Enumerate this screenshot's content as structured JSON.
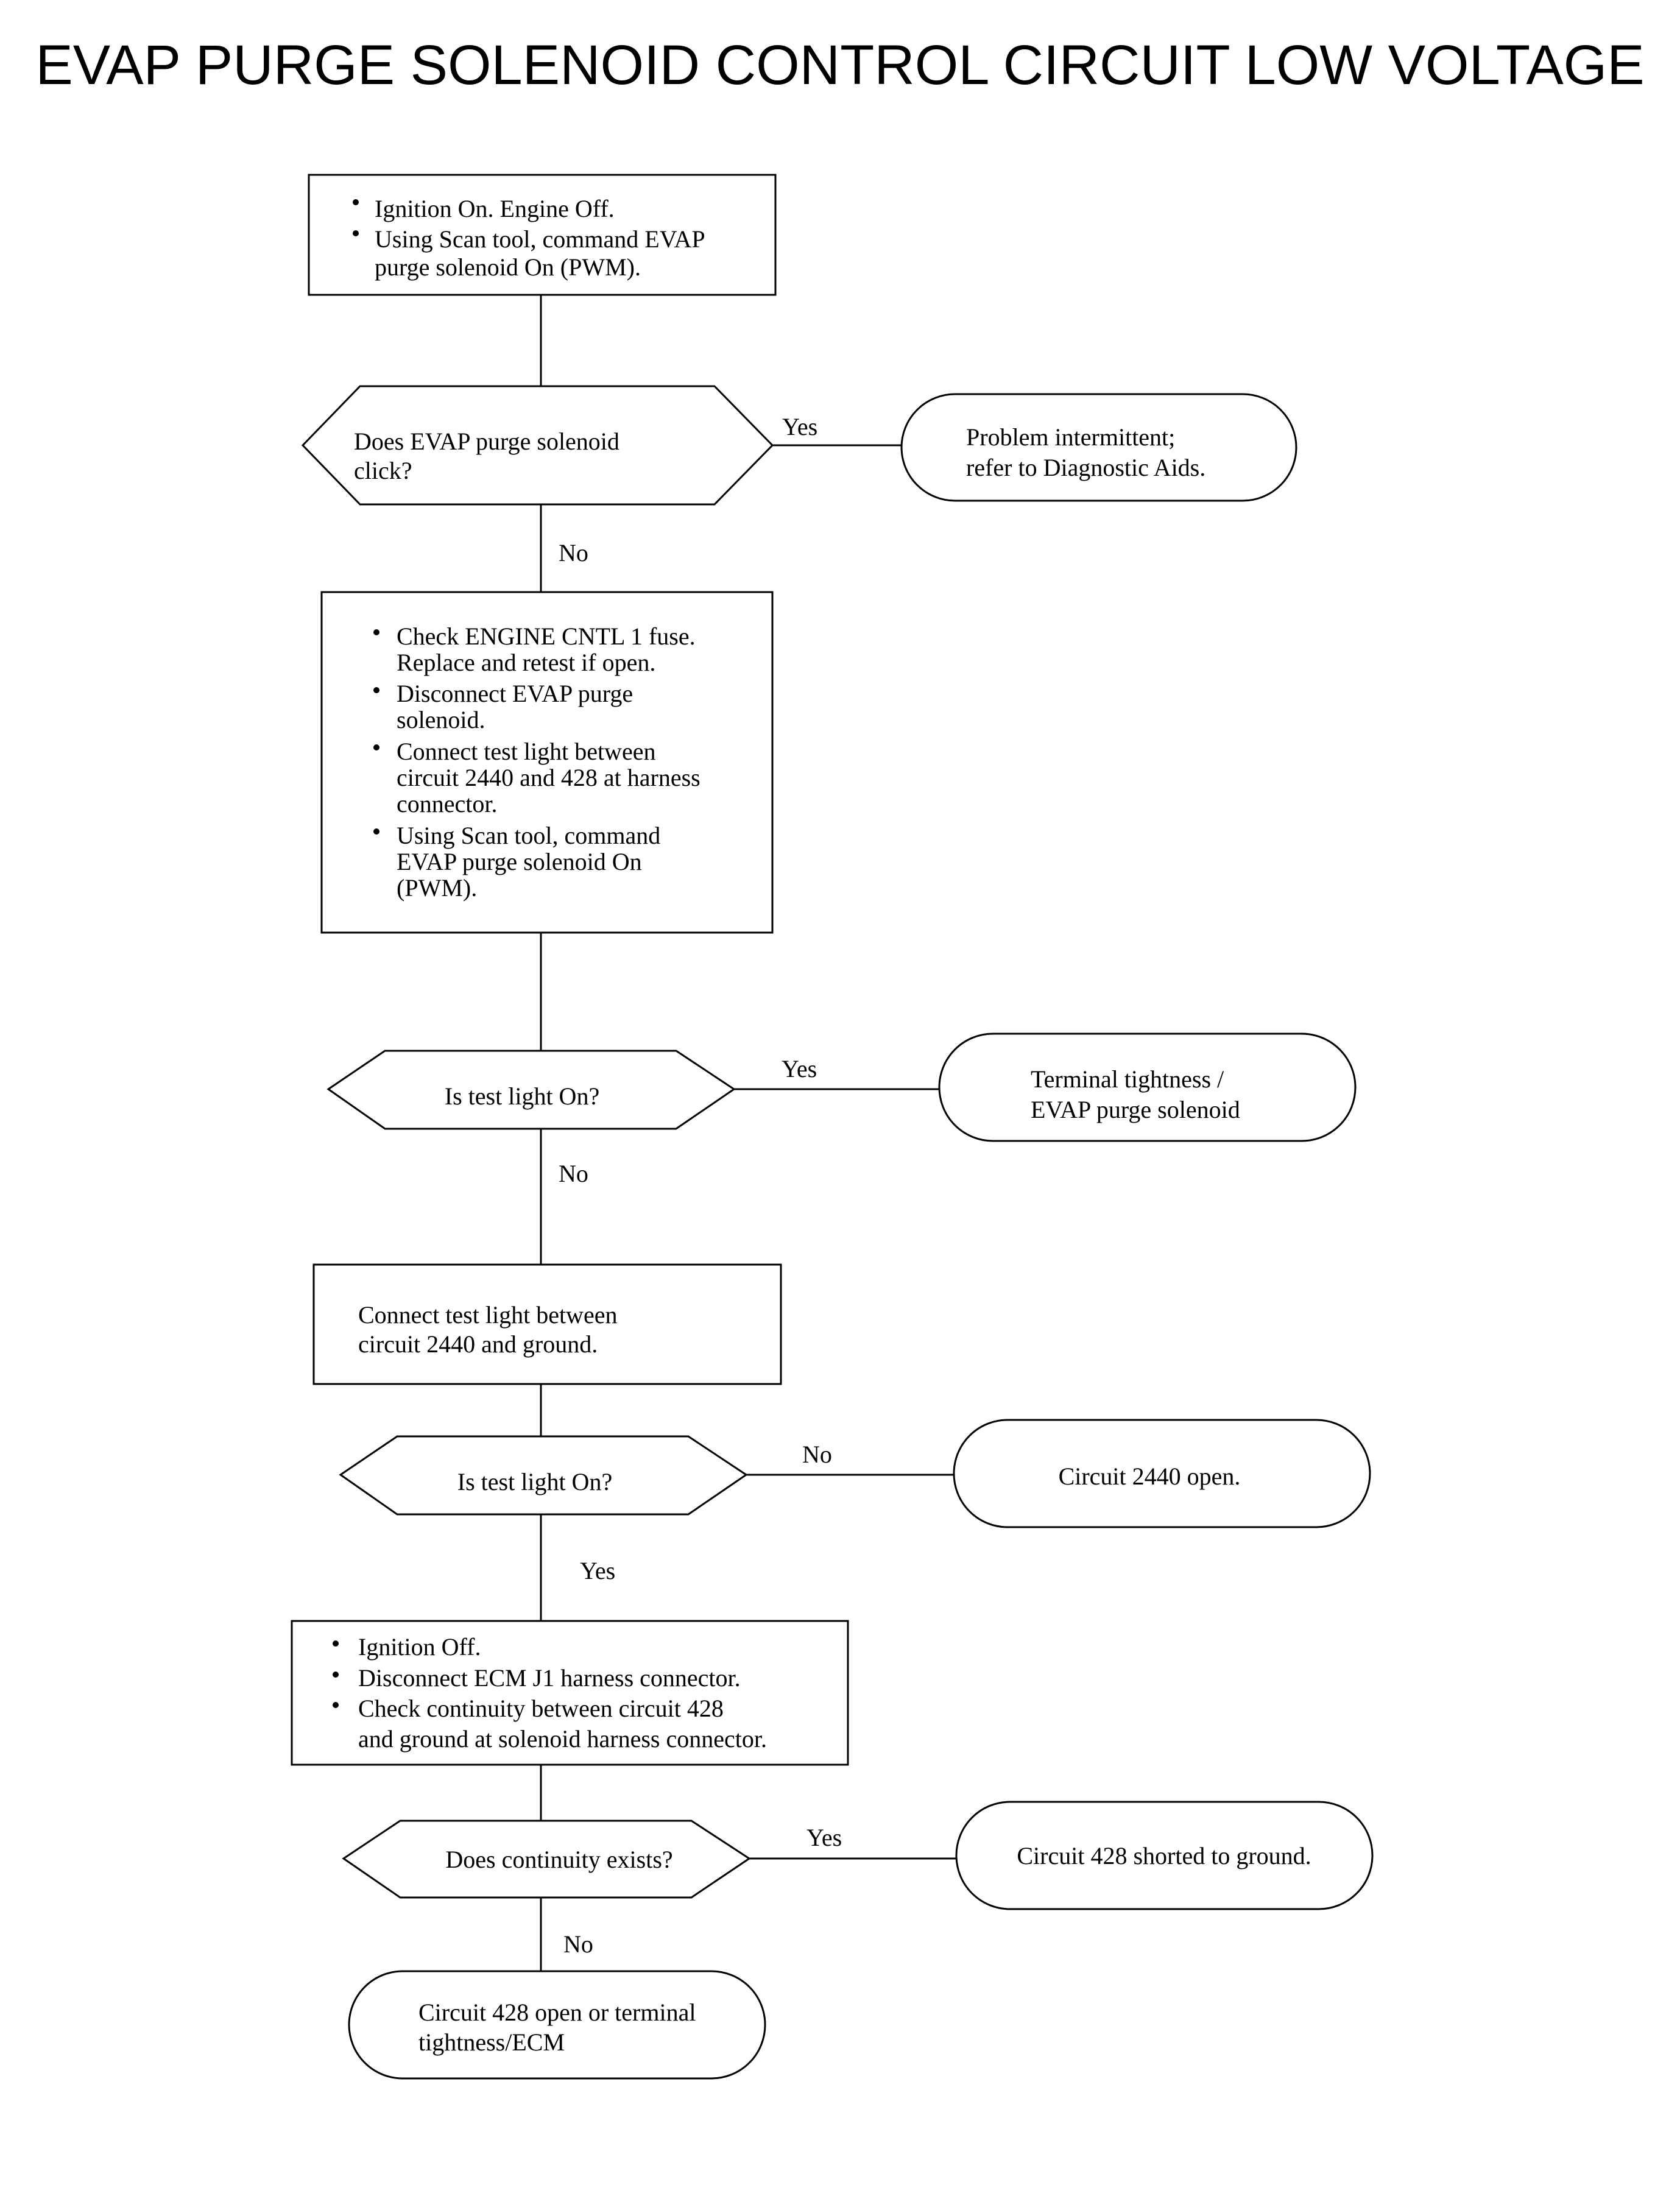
{
  "title": "EVAP PURGE SOLENOID CONTROL CIRCUIT LOW VOLTAGE",
  "steps": {
    "step1": {
      "bullets": [
        "Ignition On. Engine Off.",
        "Using Scan tool, command EVAP",
        "purge solenoid On (PWM)."
      ]
    },
    "decision1": {
      "lines": [
        "Does EVAP purge solenoid",
        "click?"
      ],
      "yes": "Yes",
      "no": "No"
    },
    "result1": {
      "lines": [
        "Problem intermittent;",
        "refer to Diagnostic Aids."
      ]
    },
    "step2": {
      "lines": [
        "Check ENGINE CNTL 1 fuse.",
        "Replace and retest if open.",
        "Disconnect EVAP purge",
        "solenoid.",
        "Connect test light between",
        "circuit 2440 and 428 at harness",
        "connector.",
        "Using Scan tool, command",
        "EVAP purge solenoid On",
        "(PWM)."
      ]
    },
    "decision2": {
      "lines": [
        "Is test light On?"
      ],
      "yes": "Yes",
      "no": "No"
    },
    "result2": {
      "lines": [
        "Terminal tightness /",
        "EVAP purge solenoid"
      ]
    },
    "step3": {
      "lines": [
        "Connect test light between",
        "circuit 2440 and ground."
      ]
    },
    "decision3": {
      "lines": [
        "Is test light On?"
      ],
      "yes": "Yes",
      "no": "No"
    },
    "result3": {
      "lines": [
        "Circuit 2440 open."
      ]
    },
    "step4": {
      "lines": [
        "Ignition Off.",
        "Disconnect ECM J1 harness connector.",
        "Check continuity between circuit 428",
        "and ground at solenoid harness connector."
      ]
    },
    "decision4": {
      "lines": [
        "Does continuity exists?"
      ],
      "yes": "Yes",
      "no": "No"
    },
    "result4": {
      "lines": [
        "Circuit 428 shorted to ground."
      ]
    },
    "result5": {
      "lines": [
        "Circuit 428 open or terminal",
        "tightness/ECM"
      ]
    }
  }
}
